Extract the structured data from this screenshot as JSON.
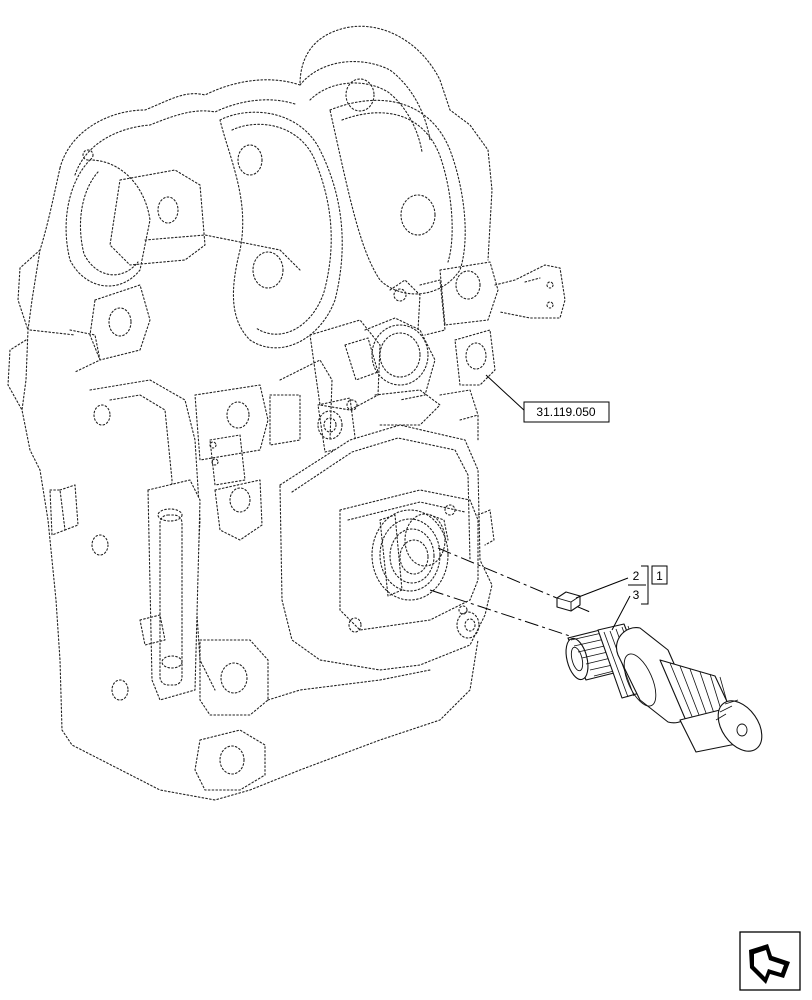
{
  "callouts": {
    "reference": "31.119.050",
    "item_2": "2",
    "item_3": "3",
    "group": "1"
  },
  "icons": {
    "corner_nav": "next-page-arrow-icon"
  }
}
